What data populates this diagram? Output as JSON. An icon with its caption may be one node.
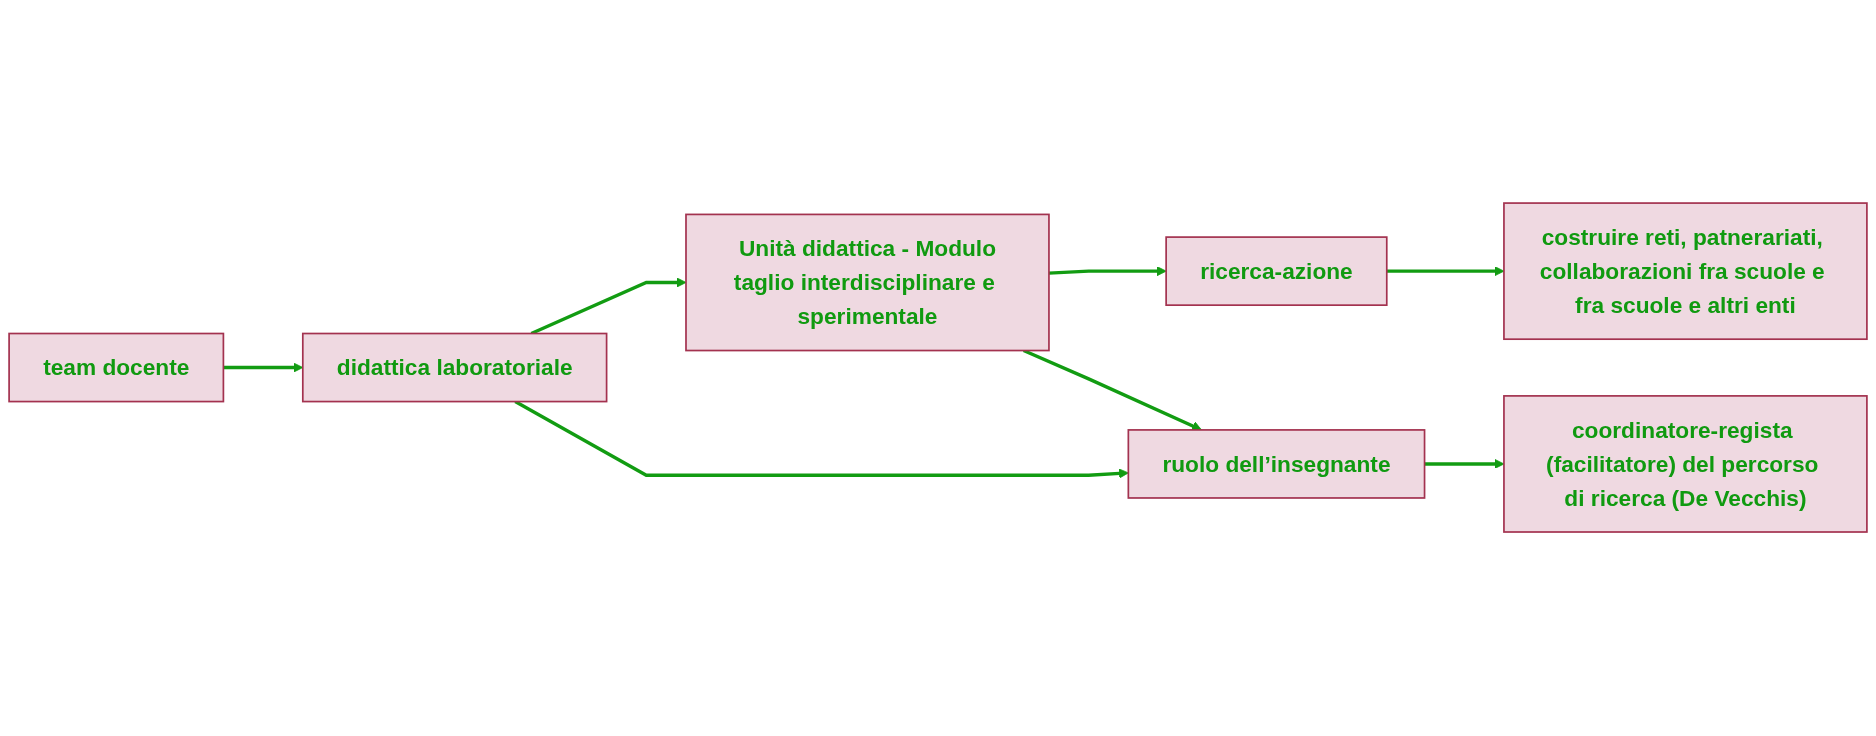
{
  "diagram": {
    "nodes": [
      {
        "text": [
          "team docente"
        ]
      },
      {
        "text": [
          "didattica laboratoriale"
        ]
      },
      {
        "text": [
          "Unità didattica - Modulo",
          "taglio interdisciplinare e sperimentale"
        ]
      },
      {
        "text": [
          "ricerca-azione"
        ]
      },
      {
        "text": [
          "ruolo dell’insegnante"
        ]
      },
      {
        "text": [
          "coordinatore-regista (facilitatore) del percorso di ricerca (De Vecchis)"
        ]
      },
      {
        "text": [
          "costruire reti, patnerariati, collaborazioni fra scuole e fra scuole e altri enti"
        ]
      }
    ],
    "edges": [
      {
        "from": 0,
        "to": 1,
        "arrow": "to"
      },
      {
        "from": 1,
        "to": 2,
        "arrow": "to"
      },
      {
        "from": 2,
        "to": 3,
        "arrow": "to"
      },
      {
        "from": 1,
        "to": 4,
        "arrow": "to"
      },
      {
        "from": 2,
        "to": 4,
        "arrow": "to"
      },
      {
        "from": 4,
        "to": 5,
        "arrow": "to"
      },
      {
        "from": 3,
        "to": 6,
        "arrow": "to"
      }
    ]
  }
}
